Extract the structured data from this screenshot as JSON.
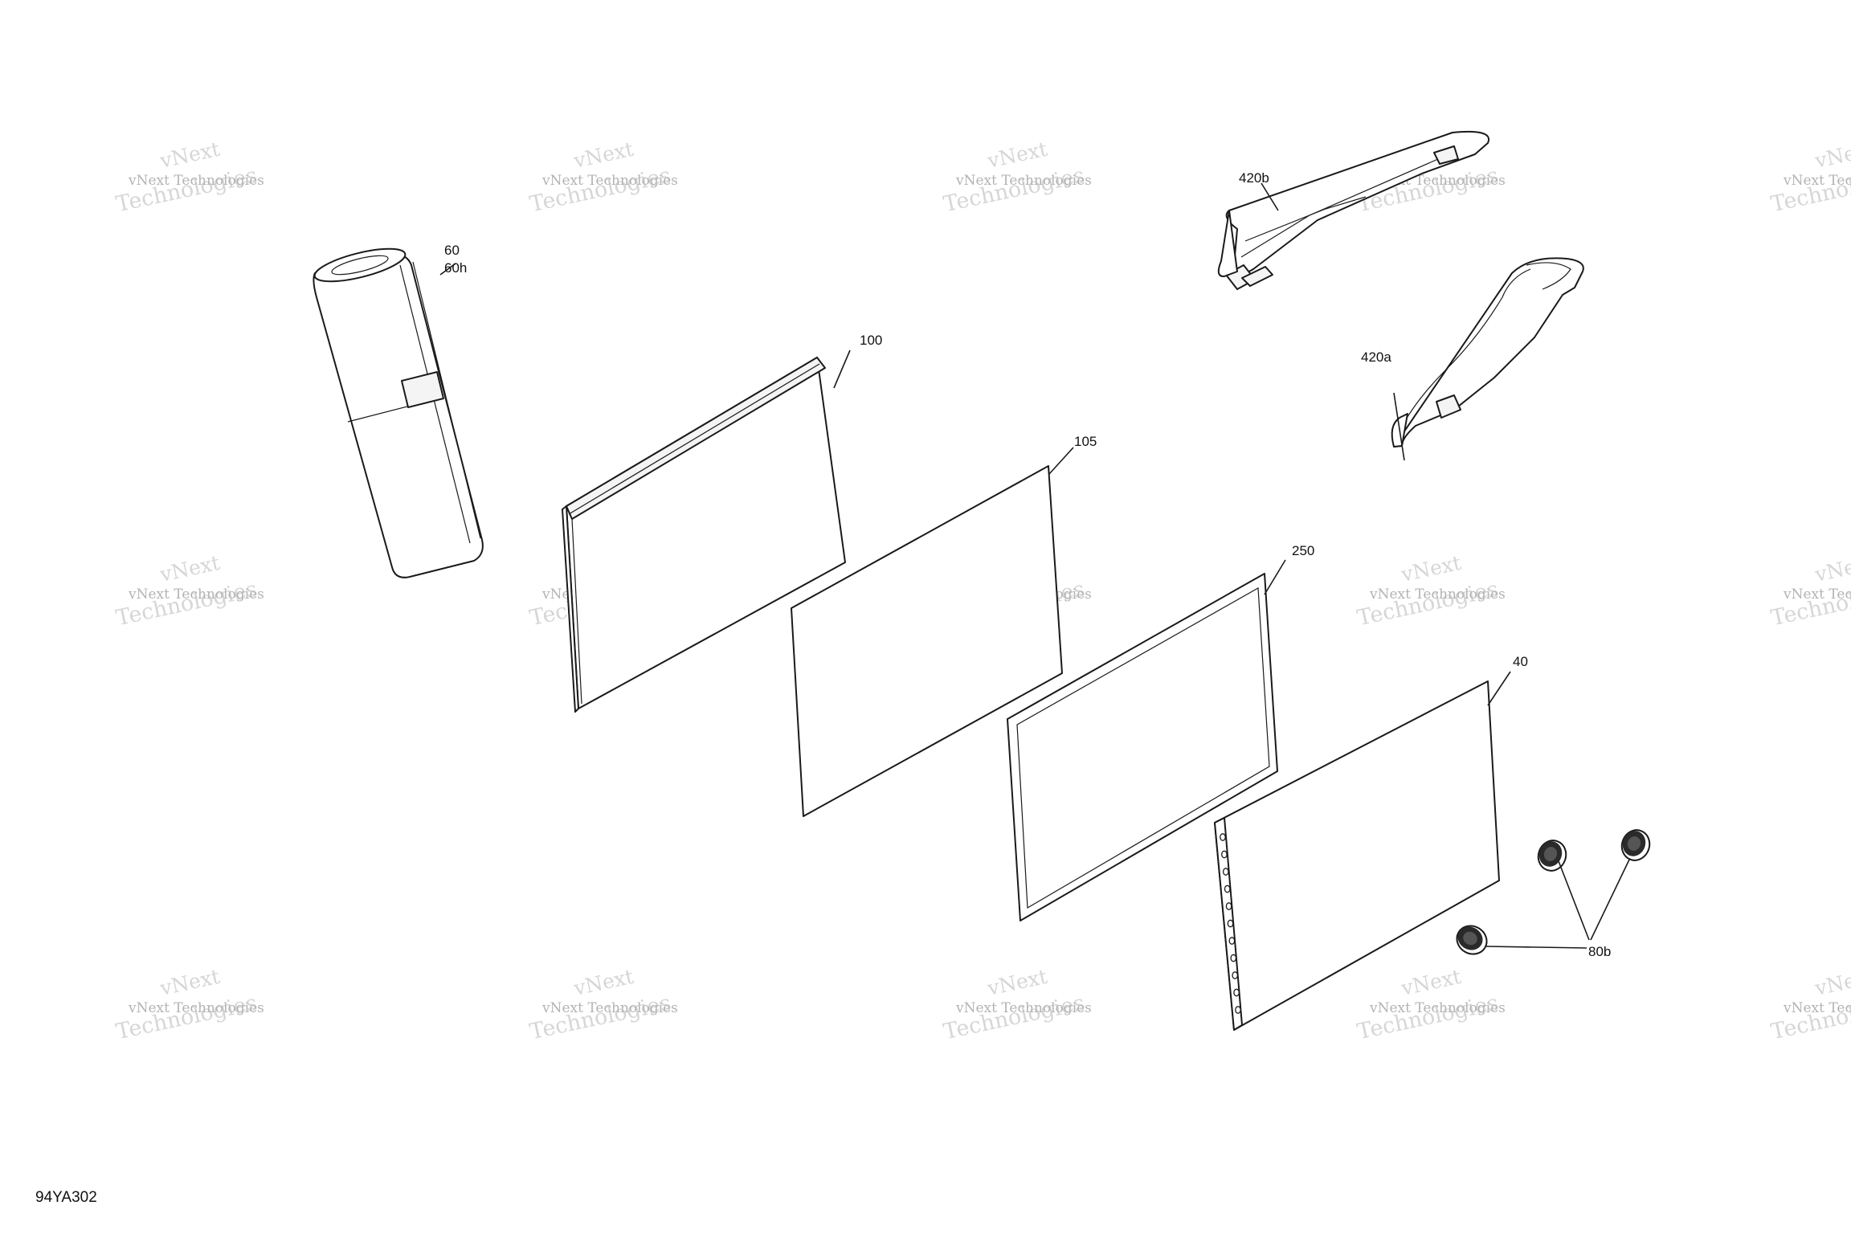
{
  "callouts": {
    "p60": "60",
    "p60h": "60h",
    "p100": "100",
    "p105": "105",
    "p250": "250",
    "p40": "40",
    "p80b": "80b",
    "p420a": "420a",
    "p420b": "420b"
  },
  "figure_code": "94YA302",
  "watermark": {
    "company": "vNext Technologies",
    "overlay": "vNext",
    "second_line": "Technologies"
  }
}
